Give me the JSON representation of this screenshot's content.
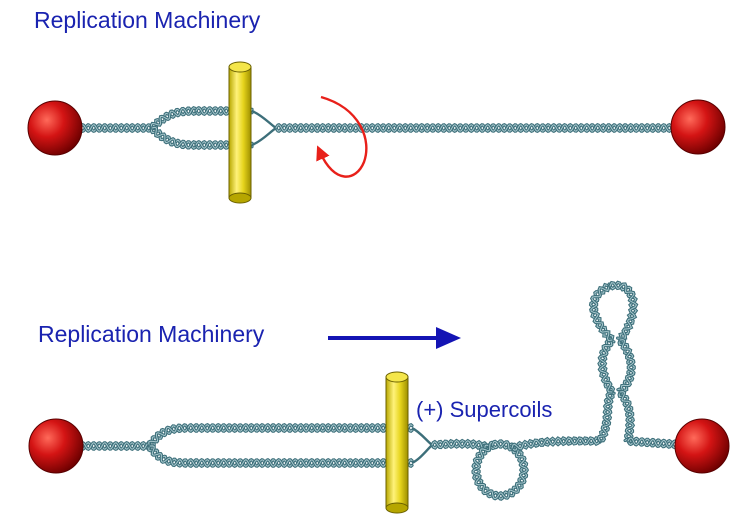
{
  "panels": {
    "top": {
      "label": "Replication Machinery"
    },
    "bottom": {
      "label": "Replication Machinery",
      "supercoil_label": "(+) Supercoils"
    }
  },
  "colors": {
    "label_text": "#1a23b0",
    "arrow": "#1414b4",
    "rotation_arrow": "#e8201a",
    "dna_strand": "#3d6f7a",
    "dna_highlight": "#a9c9cf",
    "anchor_ball": "#c50d0d",
    "machinery_cylinder": "#e3d21a"
  },
  "icons": {
    "anchor": "red-sphere",
    "machinery": "yellow-cylinder",
    "rotation": "curved-rotation-arrow",
    "direction": "right-arrow"
  }
}
